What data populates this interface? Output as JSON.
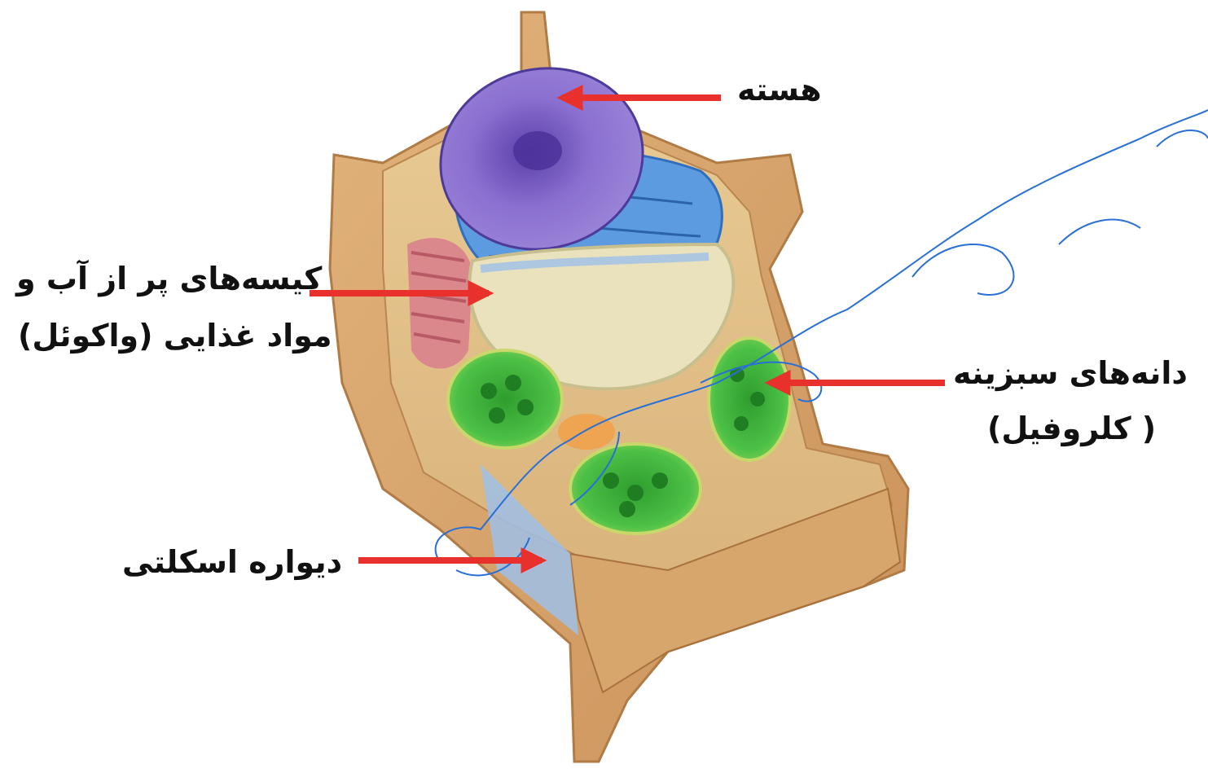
{
  "labels": {
    "nucleus": "هسته",
    "vacuole_line1": "کیسه‌های پر از آب و",
    "vacuole_line2": "مواد غذایی (واکوئل)",
    "chloroplast_line1": "دانه‌های سبزینه",
    "chloroplast_line2": "( کلروفیل)",
    "cell_wall": "دیواره اسکلتی"
  },
  "watermark": "صومعه تقی زاده",
  "colors": {
    "arrow": "#e8312c",
    "cell_wall": "#d9a56c",
    "nucleus": "#7b5fc4",
    "er": "#4a8fd8",
    "vacuole": "#e6ddb0",
    "chloroplast": "#3fb33c",
    "watermark": "#2a6fd6"
  }
}
